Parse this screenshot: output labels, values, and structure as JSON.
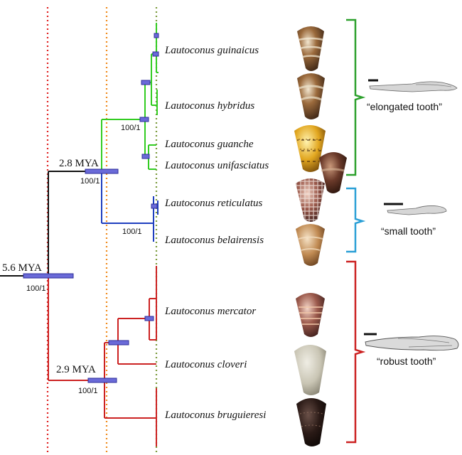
{
  "species": [
    "Lautoconus guinaicus",
    "Lautoconus hybridus",
    "Lautoconus guanche",
    "Lautoconus unifasciatus",
    "Lautoconus reticulatus",
    "Lautoconus belairensis",
    "Lautoconus mercator",
    "Lautoconus cloveri",
    "Lautoconus bruguieresi"
  ],
  "node_ages": {
    "root": "5.6 MYA",
    "upper": "2.8 MYA",
    "lower": "2.9 MYA"
  },
  "support": {
    "root": "100/1",
    "upper": "100/1",
    "green": "100/1",
    "blue": "100/1",
    "lower": "100/1"
  },
  "groups": [
    {
      "label": "“elongated tooth”",
      "color": "#2ca02c"
    },
    {
      "label": "“small tooth”",
      "color": "#2a9fd6"
    },
    {
      "label": "“robust tooth”",
      "color": "#cc2222"
    }
  ],
  "clade_colors": {
    "stem": "#111111",
    "green": "#33cc22",
    "blue": "#1f3fbf",
    "red": "#cc2222",
    "hpd_bar": "#6a6ad8"
  },
  "time_line_colors": [
    "#e02020",
    "#f08a1a",
    "#7a9a3a"
  ],
  "icons": [
    "shell-guinaicus",
    "shell-hybridus",
    "shell-guanche",
    "shell-unifasciatus",
    "shell-reticulatus",
    "shell-belairensis",
    "shell-mercator",
    "shell-cloveri",
    "shell-bruguieresi",
    "tooth-elongated",
    "tooth-small",
    "tooth-robust"
  ]
}
